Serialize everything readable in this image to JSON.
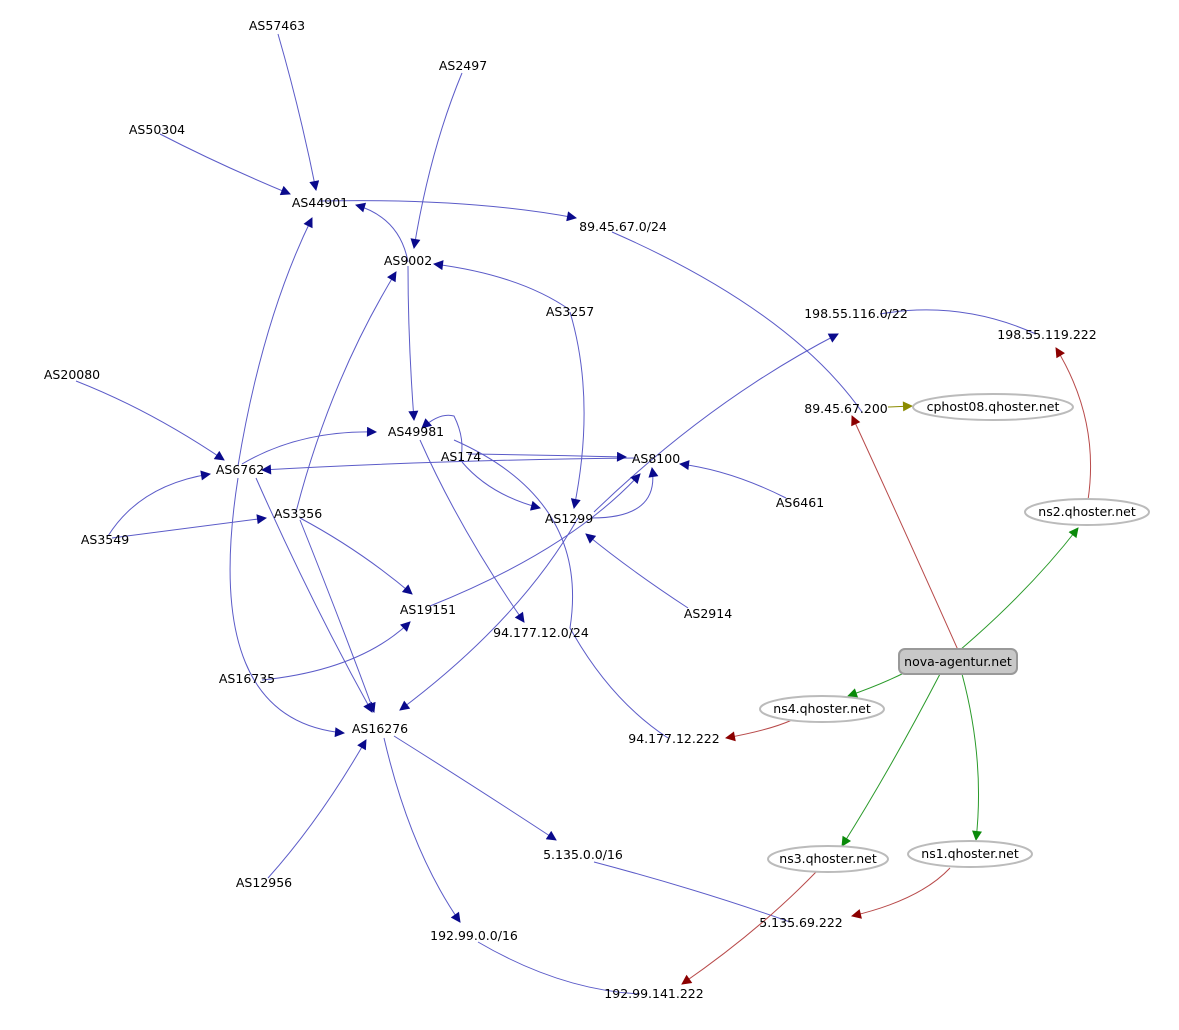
{
  "colors": {
    "background": "#ffffff",
    "as_edge": "#5b5bc8",
    "as_arrow": "#0a0a8c",
    "ns_edge": "#2a9a2a",
    "ns_arrow": "#0a8a0a",
    "ip_edge": "#b84a4a",
    "ip_arrow": "#8b0000",
    "ptr_arrow": "#8b8b00",
    "node_stroke": "#bbbbbb",
    "root_fill": "#c8c8c8",
    "root_stroke": "#999999"
  },
  "nodes": {
    "as57463": "AS57463",
    "as2497": "AS2497",
    "as50304": "AS50304",
    "as44901": "AS44901",
    "as9002": "AS9002",
    "as3257": "AS3257",
    "as20080": "AS20080",
    "as49981": "AS49981",
    "as174": "AS174",
    "as6762": "AS6762",
    "as8100": "AS8100",
    "as6461": "AS6461",
    "as3549": "AS3549",
    "as3356": "AS3356",
    "as1299": "AS1299",
    "as19151": "AS19151",
    "as2914": "AS2914",
    "as16735": "AS16735",
    "as16276": "AS16276",
    "as12956": "AS12956",
    "pfx_89_45_67": "89.45.67.0/24",
    "pfx_198_55_116": "198.55.116.0/22",
    "pfx_94_177_12": "94.177.12.0/24",
    "pfx_5_135": "5.135.0.0/16",
    "pfx_192_99": "192.99.0.0/16",
    "ip_198_55_119_222": "198.55.119.222",
    "ip_89_45_67_200": "89.45.67.200",
    "ip_94_177_12_222": "94.177.12.222",
    "ip_5_135_69_222": "5.135.69.222",
    "ip_192_99_141_222": "192.99.141.222",
    "cphost08": "cphost08.qhoster.net",
    "ns2": "ns2.qhoster.net",
    "ns4": "ns4.qhoster.net",
    "ns3": "ns3.qhoster.net",
    "ns1": "ns1.qhoster.net",
    "domain": "nova-agentur.net"
  }
}
